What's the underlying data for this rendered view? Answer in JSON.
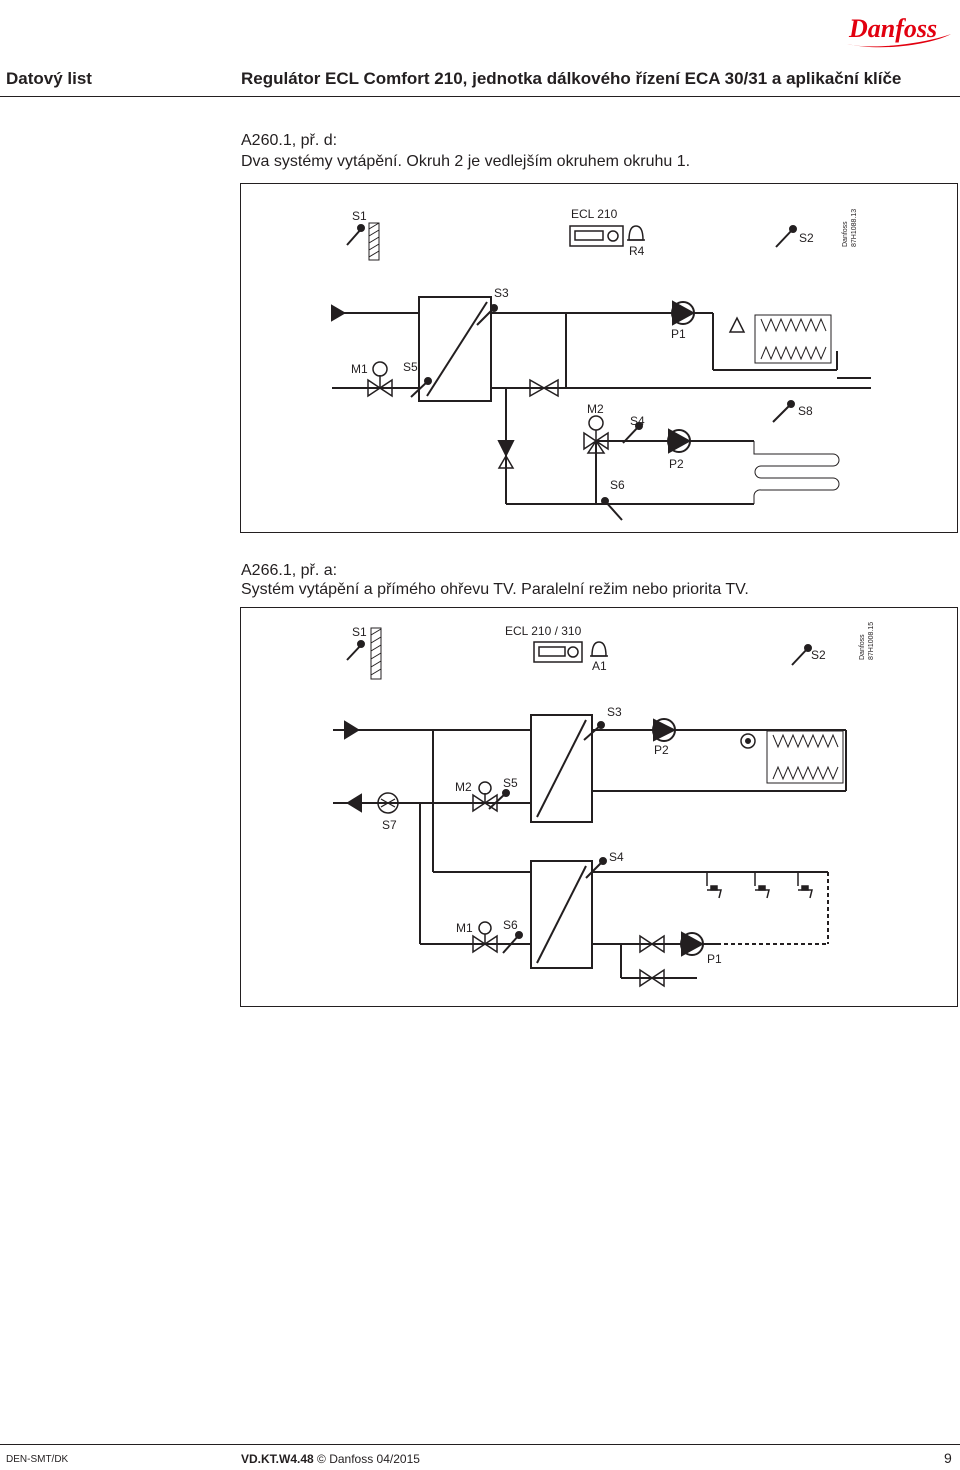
{
  "header": {
    "brand": "Danfoss",
    "section": "Datový list",
    "title": "Regulátor ECL Comfort 210, jednotka dálkového řízení ECA 30/31 a aplikační klíče",
    "brand_color": "#e2000f"
  },
  "diagram1": {
    "caption_id": "A260.1, př. d:",
    "caption_text": "Dva systémy vytápění. Okruh 2 je vedlejším okruhem okruhu 1.",
    "labels": {
      "s1": "S1",
      "ecl": "ECL 210",
      "r4": "R4",
      "s2": "S2",
      "s3": "S3",
      "p1": "P1",
      "m1": "M1",
      "s5": "S5",
      "m2": "M2",
      "s4": "S4",
      "s8": "S8",
      "p2": "P2",
      "s6": "S6"
    },
    "tag_brand": "Danfoss",
    "tag_code": "87H1088.13"
  },
  "diagram2": {
    "caption_id": "A266.1, př. a:",
    "caption_text": "Systém vytápění a přímého ohřevu TV. Paralelní režim nebo priorita TV.",
    "labels": {
      "s1": "S1",
      "ecl": "ECL 210 / 310",
      "a1": "A1",
      "s2": "S2",
      "s3": "S3",
      "p2": "P2",
      "m2": "M2",
      "s5": "S5",
      "s7": "S7",
      "s4": "S4",
      "m1": "M1",
      "s6": "S6",
      "p1": "P1"
    },
    "tag_brand": "Danfoss",
    "tag_code": "87H1008.15"
  },
  "footer": {
    "doc_code": "DEN-SMT/DK",
    "ref_bold": "VD.KT.W4.48",
    "ref_rest": " © Danfoss 04/2015",
    "page_number": "9"
  }
}
